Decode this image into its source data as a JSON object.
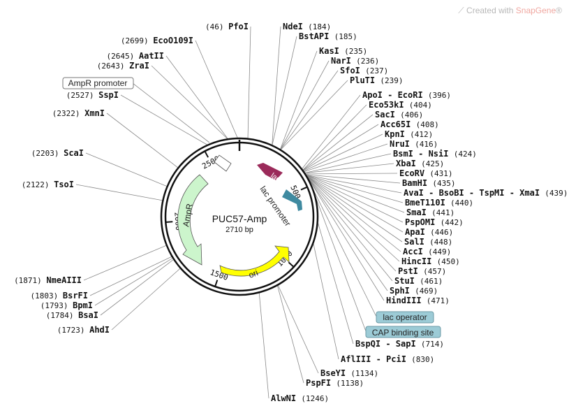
{
  "brand": {
    "created_with": "Created with",
    "product": "SnapGene",
    "registered": "®"
  },
  "plasmid": {
    "name": "PUC57-Amp",
    "length_label": "2710 bp",
    "length": 2710
  },
  "ticks": [
    "500",
    "1000",
    "1500",
    "2000",
    "2500"
  ],
  "features": {
    "lacZa": "lacZα",
    "lac_promoter": "lac promoter",
    "ampr": "AmpR",
    "ori": "ori",
    "ampr_promoter": "AmpR promoter",
    "lac_operator": "lac operator",
    "cap_site": "CAP binding site"
  },
  "sites_left": [
    {
      "pos": "(46)",
      "name": "PfoI"
    },
    {
      "pos": "(2699)",
      "name": "EcoO109I"
    },
    {
      "pos": "(2645)",
      "name": "AatII"
    },
    {
      "pos": "(2643)",
      "name": "ZraI"
    },
    {
      "pos": "(2527)",
      "name": "SspI"
    },
    {
      "pos": "(2322)",
      "name": "XmnI"
    },
    {
      "pos": "(2203)",
      "name": "ScaI"
    },
    {
      "pos": "(2122)",
      "name": "TsoI"
    },
    {
      "pos": "(1871)",
      "name": "NmeAIII"
    },
    {
      "pos": "(1803)",
      "name": "BsrFI"
    },
    {
      "pos": "(1793)",
      "name": "BpmI"
    },
    {
      "pos": "(1784)",
      "name": "BsaI"
    },
    {
      "pos": "(1723)",
      "name": "AhdI"
    }
  ],
  "sites_right": [
    {
      "name": "NdeI",
      "pos": "(184)"
    },
    {
      "name": "BstAPI",
      "pos": "(185)"
    },
    {
      "name": "KasI",
      "pos": "(235)"
    },
    {
      "name": "NarI",
      "pos": "(236)"
    },
    {
      "name": "SfoI",
      "pos": "(237)"
    },
    {
      "name": "PluTI",
      "pos": "(239)"
    },
    {
      "name": "ApoI - EcoRI",
      "pos": "(396)"
    },
    {
      "name": "Eco53kI",
      "pos": "(404)"
    },
    {
      "name": "SacI",
      "pos": "(406)"
    },
    {
      "name": "Acc65I",
      "pos": "(408)"
    },
    {
      "name": "KpnI",
      "pos": "(412)"
    },
    {
      "name": "NruI",
      "pos": "(416)"
    },
    {
      "name": "BsmI - NsiI",
      "pos": "(424)"
    },
    {
      "name": "XbaI",
      "pos": "(425)"
    },
    {
      "name": "EcoRV",
      "pos": "(431)"
    },
    {
      "name": "BamHI",
      "pos": "(435)"
    },
    {
      "name": "AvaI - BsoBI - TspMI - XmaI",
      "pos": "(439)"
    },
    {
      "name": "BmeT110I",
      "pos": "(440)"
    },
    {
      "name": "SmaI",
      "pos": "(441)"
    },
    {
      "name": "PspOMI",
      "pos": "(442)"
    },
    {
      "name": "ApaI",
      "pos": "(446)"
    },
    {
      "name": "SalI",
      "pos": "(448)"
    },
    {
      "name": "AccI",
      "pos": "(449)"
    },
    {
      "name": "HincII",
      "pos": "(450)"
    },
    {
      "name": "PstI",
      "pos": "(457)"
    },
    {
      "name": "StuI",
      "pos": "(461)"
    },
    {
      "name": "SphI",
      "pos": "(469)"
    },
    {
      "name": "HindIII",
      "pos": "(471)"
    },
    {
      "name": "BspQI - SapI",
      "pos": "(714)"
    },
    {
      "name": "AflIII - PciI",
      "pos": "(830)"
    },
    {
      "name": "BseYI",
      "pos": "(1134)"
    },
    {
      "name": "PspFI",
      "pos": "(1138)"
    },
    {
      "name": "AlwNI",
      "pos": "(1246)"
    }
  ],
  "colors": {
    "backbone": "#111111",
    "lacZa": "#9b2a5a",
    "lac_promoter": "#3f8aa0",
    "ampr": "#ccf5cc",
    "ori": "#ffff00",
    "ampr_promoter_box": "#ffffff",
    "lac_operator_box": "#9ccbd6",
    "cap_box": "#9ccbd6"
  }
}
